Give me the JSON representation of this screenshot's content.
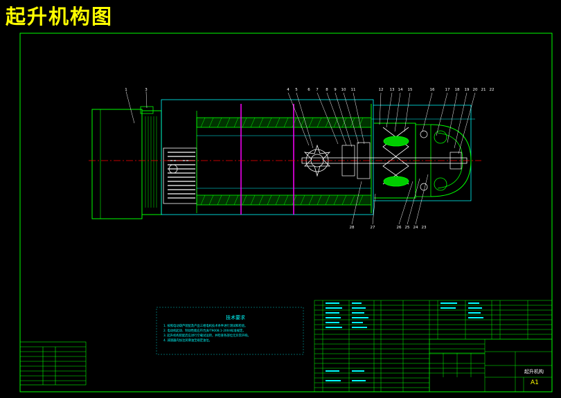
{
  "drawing_title": "起升机构图",
  "technical_requirements": {
    "title": "技术要求",
    "items": [
      "1. 按照电动葫芦装配及产品三相电机技术条件进行测试和检验。",
      "2. 电动机起动、制动性能应符合JB/T9008.1-2004标准规定。",
      "3. 起升机构装配后应进行空载试运转，并检查各部位无异常声响。",
      "4. 减速器内加注润滑油至规定油位。"
    ]
  },
  "title_block": {
    "drawing_name": "起升机构",
    "sheet_size": "A1"
  },
  "balloons": {
    "top": [
      "1",
      "3",
      "4",
      "5",
      "6",
      "7",
      "8",
      "9",
      "10",
      "11",
      "12",
      "13",
      "14",
      "15",
      "16",
      "17",
      "18",
      "19",
      "20",
      "21",
      "22"
    ],
    "bottom": [
      "28",
      "27",
      "26",
      "25",
      "24",
      "23"
    ]
  },
  "colors": {
    "background": "#000000",
    "frame": "#00ff00",
    "outline": "#00ffff",
    "detail": "#ffffff",
    "section_lines": "#ff00ff",
    "centerline": "#ff0000",
    "title_text": "#ffff00"
  }
}
